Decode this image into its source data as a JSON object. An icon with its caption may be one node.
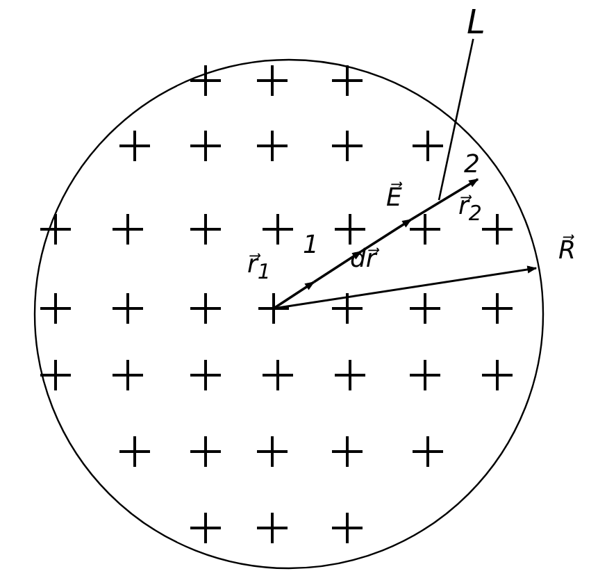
{
  "diagram": {
    "nodes": [
      {
        "text": [
          "L"
        ]
      },
      {
        "text": [],
        "shape": "line"
      }
    ],
    "edges": [
      {
        "from": 0,
        "to": 1,
        "arrow": "none"
      }
    ],
    "labels": [
      "2",
      "E⃗",
      "r⃗$_{2}$",
      "r⃗$_{1}$",
      "1",
      "dr⃗",
      "R⃗"
    ]
  }
}
